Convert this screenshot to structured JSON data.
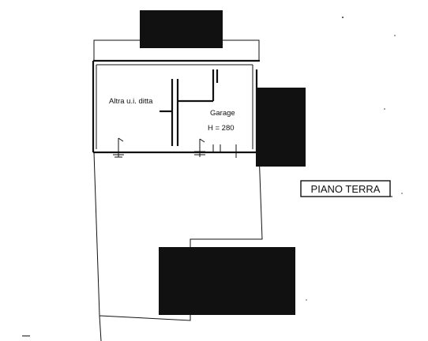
{
  "plan": {
    "rooms": {
      "other_unit": "Altra u.i. ditta",
      "garage_name": "Garage",
      "garage_height": "H = 280"
    },
    "floor_label": "PIANO TERRA"
  },
  "colors": {
    "line": "#111111",
    "redaction": "#111111",
    "background": "#ffffff"
  }
}
